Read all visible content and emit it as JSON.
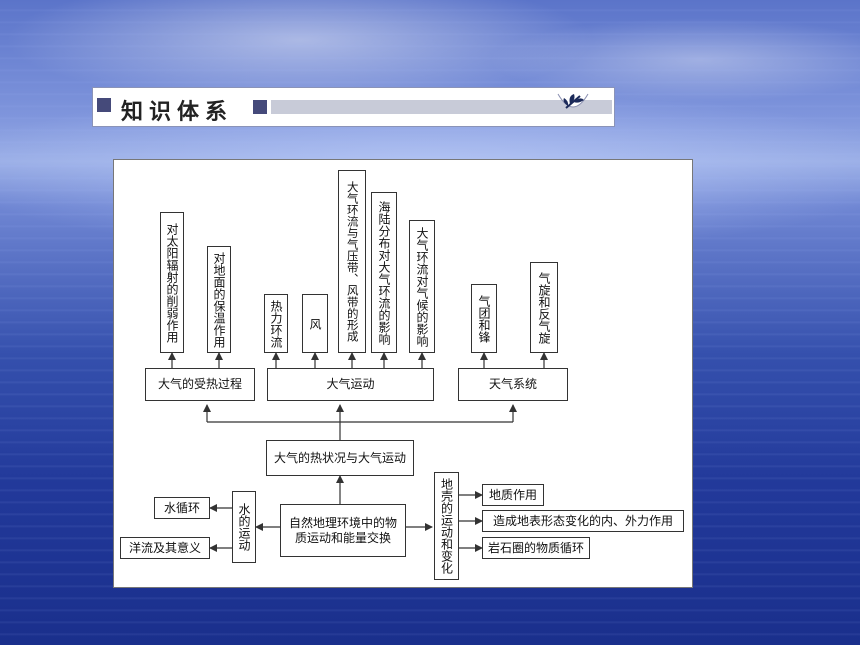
{
  "slide": {
    "section_title": "知识体系",
    "leaf_icon": "leaf-icon"
  },
  "diagram": {
    "center": "自然地理环境中的物质运动和能量交换",
    "thermal_motion": "大气的热状况与大气运动",
    "level2": {
      "heating": "大气的受热过程",
      "motion": "大气运动",
      "weather": "天气系统"
    },
    "heating_children": [
      "对太阳辐射的削弱作用",
      "对地面的保温作用"
    ],
    "motion_children": [
      "热力环流",
      "风",
      "大气环流与气压带、风带的形成",
      "海陆分布对大气环流的影响",
      "大气环流对气候的影响"
    ],
    "weather_children": [
      "气团和锋",
      "气旋和反气旋"
    ],
    "water": {
      "label": "水的运动",
      "children": [
        "水循环",
        "洋流及其意义"
      ]
    },
    "crust": {
      "label": "地壳的运动和变化",
      "children": [
        "地质作用",
        "造成地表形态变化的内、外力作用",
        "岩石圈的物质循环"
      ]
    }
  },
  "colors": {
    "banner_square": "#454a7a",
    "banner_bar": "#c8cbd8",
    "line": "#333333"
  }
}
